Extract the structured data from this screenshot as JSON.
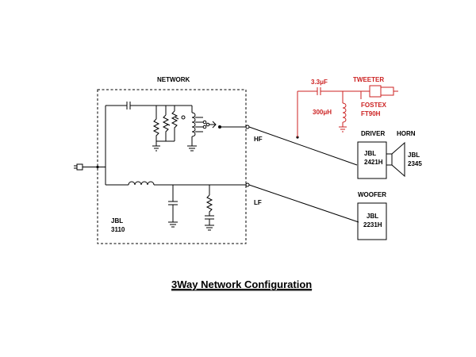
{
  "title": "3Way Network Configuration",
  "network": {
    "label": "NETWORK",
    "model_line1": "JBL",
    "model_line2": "3110",
    "hf_label": "HF",
    "lf_label": "LF"
  },
  "tweeter": {
    "label": "TWEETER",
    "cap_value": "3.3μF",
    "ind_value": "300μH",
    "brand": "FOSTEX",
    "model": "FT90H"
  },
  "driver": {
    "label": "DRIVER",
    "brand": "JBL",
    "model": "2421H"
  },
  "horn": {
    "label": "HORN",
    "brand": "JBL",
    "model": "2345"
  },
  "woofer": {
    "label": "WOOFER",
    "brand": "JBL",
    "model": "2231H"
  },
  "colors": {
    "line": "#000000",
    "tweeter_branch": "#cc2222"
  }
}
